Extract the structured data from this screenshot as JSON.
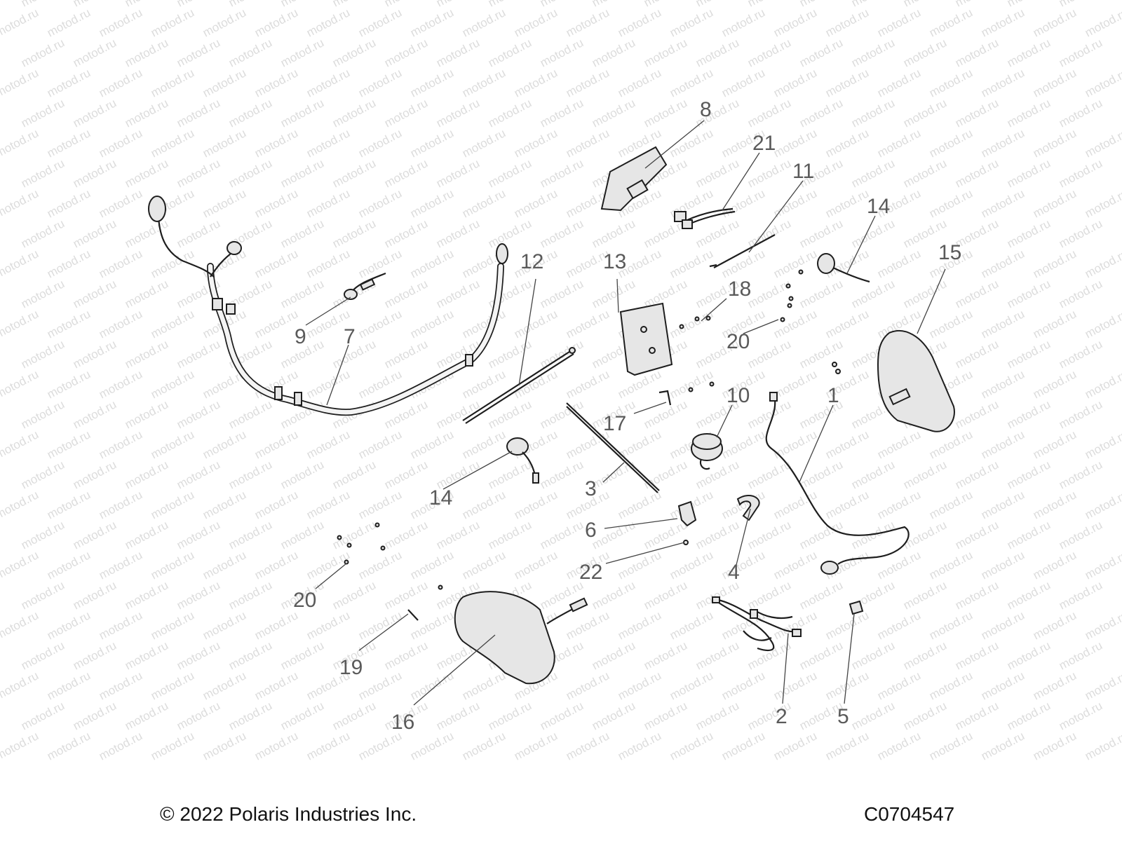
{
  "watermark": "motod.ru",
  "callouts": {
    "c1": "1",
    "c2": "2",
    "c3": "3",
    "c4": "4",
    "c5": "5",
    "c6": "6",
    "c7": "7",
    "c8": "8",
    "c9": "9",
    "c10": "10",
    "c11": "11",
    "c12": "12",
    "c13": "13",
    "c14a": "14",
    "c14b": "14",
    "c15": "15",
    "c16": "16",
    "c17": "17",
    "c18": "18",
    "c19": "19",
    "c20a": "20",
    "c20b": "20",
    "c21": "21",
    "c22": "22"
  },
  "footer": {
    "copyright": "© 2022 Polaris Industries Inc.",
    "code": "C0704547"
  }
}
